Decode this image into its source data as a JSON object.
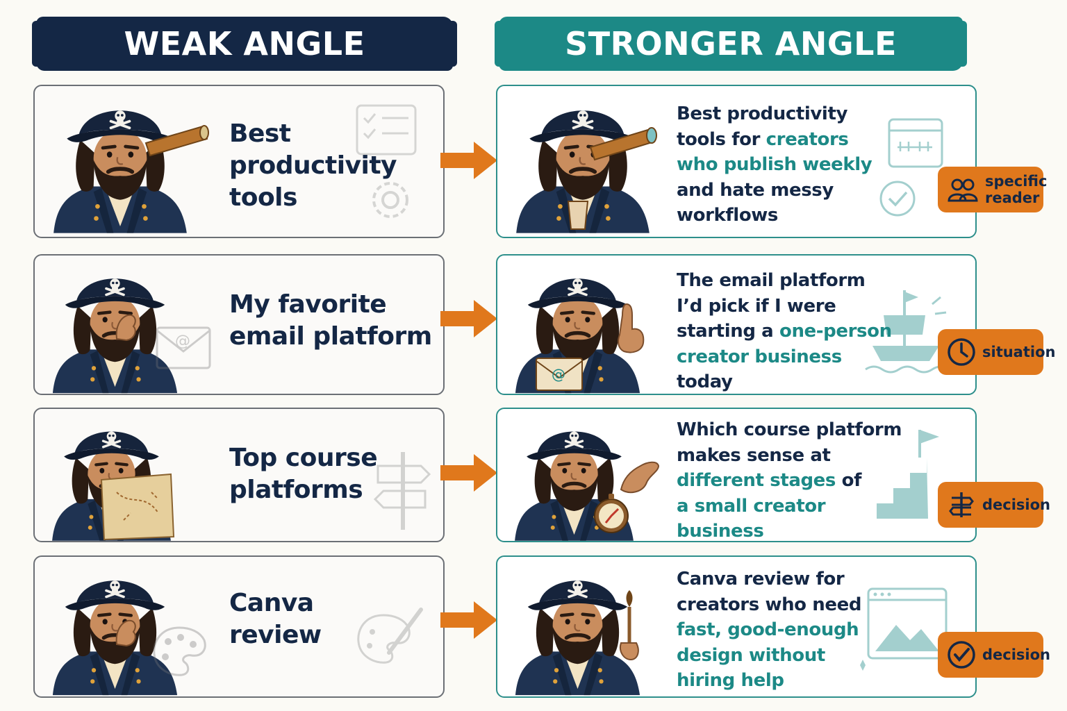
{
  "headers": {
    "weak": "WEAK ANGLE",
    "strong": "STRONGER ANGLE"
  },
  "rows": [
    {
      "weak_lines": [
        "Best",
        "productivity",
        "tools"
      ],
      "strong_segments": [
        {
          "text": "Best productivity",
          "hl": false,
          "br": true
        },
        {
          "text": "tools for ",
          "hl": false
        },
        {
          "text": "creators",
          "hl": true,
          "br": true
        },
        {
          "text": "who publish weekly",
          "hl": true,
          "br": true
        },
        {
          "text": "and hate messy",
          "hl": false,
          "br": true
        },
        {
          "text": "workflows",
          "hl": false
        }
      ],
      "tag": [
        "specific",
        "reader"
      ],
      "tag_icon": "people-icon",
      "weak_prop": "telescope-icon",
      "strong_prop": "coffee-cup-icon",
      "weak_deco": "checklist-gear-icon",
      "strong_deco": "calendar-check-icon"
    },
    {
      "weak_lines": [
        "My favorite",
        "email platform"
      ],
      "strong_segments": [
        {
          "text": "The email platform",
          "hl": false,
          "br": true
        },
        {
          "text": "I’d pick if I were",
          "hl": false,
          "br": true
        },
        {
          "text": "starting a ",
          "hl": false
        },
        {
          "text": "one-person",
          "hl": true,
          "br": true
        },
        {
          "text": "creator business",
          "hl": true,
          "br": true
        },
        {
          "text": "today",
          "hl": false
        }
      ],
      "tag": [
        "situation"
      ],
      "tag_icon": "clock-icon",
      "weak_prop": "thinking-hand-icon",
      "strong_prop": "email-envelope-icon",
      "weak_deco": "email-envelope-icon",
      "strong_deco": "ship-icon"
    },
    {
      "weak_lines": [
        "Top course",
        "platforms"
      ],
      "strong_segments": [
        {
          "text": "Which course platform",
          "hl": false,
          "br": true
        },
        {
          "text": "makes sense at",
          "hl": false,
          "br": true
        },
        {
          "text": "different stages",
          "hl": true
        },
        {
          "text": " of",
          "hl": false,
          "br": true
        },
        {
          "text": "a small creator",
          "hl": true,
          "br": true
        },
        {
          "text": "business",
          "hl": true
        }
      ],
      "tag": [
        "decision"
      ],
      "tag_icon": "signpost-icon",
      "weak_prop": "map-icon",
      "strong_prop": "compass-icon",
      "weak_deco": "signpost-icon",
      "strong_deco": "stairs-flag-icon"
    },
    {
      "weak_lines": [
        "Canva",
        "review"
      ],
      "strong_segments": [
        {
          "text": "Canva review for",
          "hl": false,
          "br": true
        },
        {
          "text": "creators who need",
          "hl": false,
          "br": true
        },
        {
          "text": "fast, good-enough",
          "hl": true,
          "br": true
        },
        {
          "text": "design without",
          "hl": true,
          "br": true
        },
        {
          "text": "hiring help",
          "hl": true
        }
      ],
      "tag": [
        "decision"
      ],
      "tag_icon": "check-circle-icon",
      "weak_prop": "palette-icon",
      "strong_prop": "paintbrush-icon",
      "weak_deco": "palette-brush-icon",
      "strong_deco": "image-window-icon"
    }
  ],
  "colors": {
    "navy": "#142745",
    "teal": "#1c8986",
    "orange": "#e0781c",
    "card_border_weak": "#6b6f75",
    "card_border_strong": "#2d8f8b"
  }
}
